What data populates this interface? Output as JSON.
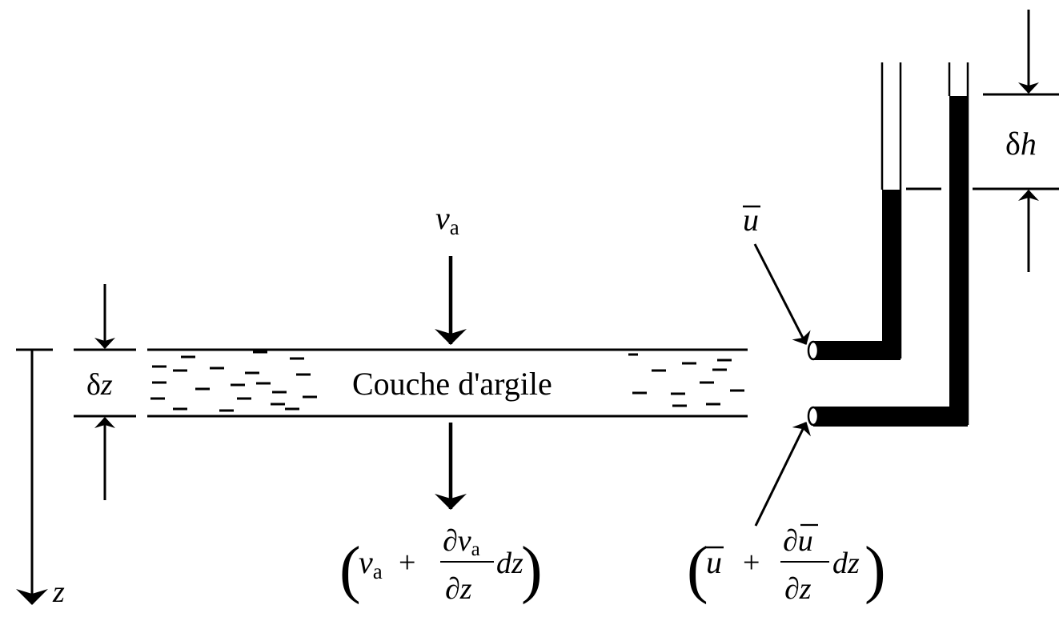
{
  "diagram": {
    "layer_label": "Couche d'argile",
    "velocity_in": {
      "symbol": "v",
      "subscript": "a"
    },
    "velocity_out": {
      "open_paren": "(",
      "v": "v",
      "sub": "a",
      "plus": "+",
      "partial_num": "∂v",
      "partial_num_sub": "a",
      "partial_den": "∂z",
      "dz": "dz",
      "close_paren": ")"
    },
    "thickness_label": {
      "delta": "δ",
      "var": "z"
    },
    "depth_axis_label": "z",
    "pore_pressure_top": "u",
    "pore_pressure_bottom": {
      "open_paren": "(",
      "u": "u",
      "plus": "+",
      "partial_num": "∂u",
      "partial_den": "∂z",
      "dz": "dz",
      "close_paren": ")"
    },
    "head_difference": {
      "delta": "δ",
      "var": "h"
    }
  }
}
